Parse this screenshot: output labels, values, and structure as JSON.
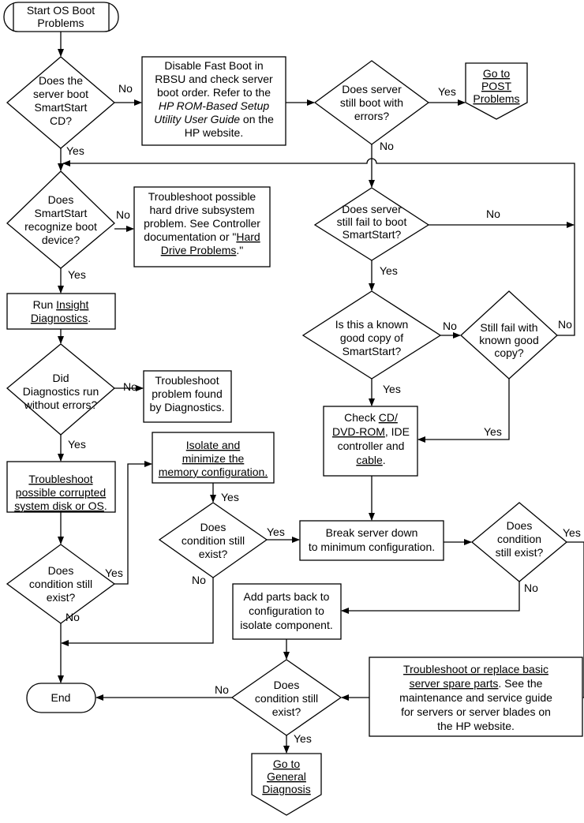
{
  "nodes": {
    "start": {
      "lines": [
        {
          "t": "Start OS Boot"
        },
        {
          "t": "Problems"
        }
      ]
    },
    "q_boot_smartstart": {
      "lines": [
        {
          "t": "Does the"
        },
        {
          "t": "server boot"
        },
        {
          "t": "SmartStart"
        },
        {
          "t": "CD?"
        }
      ]
    },
    "disable_fast_boot": {
      "lines": [
        {
          "t": "Disable Fast Boot in"
        },
        {
          "t": "RBSU and check server"
        },
        {
          "t": "boot order. Refer to the"
        },
        {
          "t": "HP ROM-Based Setup",
          "i": true
        },
        {
          "parts": [
            {
              "t": "Utility User Guide",
              "i": true
            },
            {
              "t": " on the"
            }
          ]
        },
        {
          "t": "HP website."
        }
      ]
    },
    "q_boot_errors": {
      "lines": [
        {
          "t": "Does server"
        },
        {
          "t": "still boot with"
        },
        {
          "t": "errors?"
        }
      ]
    },
    "goto_post": {
      "lines": [
        {
          "t": "Go to",
          "u": true
        },
        {
          "t": "POST",
          "u": true
        },
        {
          "t": "Problems",
          "u": true
        }
      ]
    },
    "q_recognize": {
      "lines": [
        {
          "t": "Does"
        },
        {
          "t": "SmartStart"
        },
        {
          "t": "recognize boot"
        },
        {
          "t": "device?"
        }
      ]
    },
    "troubleshoot_hd": {
      "lines": [
        {
          "t": "Troubleshoot possible"
        },
        {
          "t": "hard drive subsystem"
        },
        {
          "t": "problem. See Controller"
        },
        {
          "parts": [
            {
              "t": "documentation or \""
            },
            {
              "t": "Hard",
              "u": true
            }
          ]
        },
        {
          "parts": [
            {
              "t": "Drive Problems",
              "u": true
            },
            {
              "t": ".\""
            }
          ]
        }
      ]
    },
    "q_fail_boot": {
      "lines": [
        {
          "t": "Does server"
        },
        {
          "t": "still fail to boot"
        },
        {
          "t": "SmartStart?"
        }
      ]
    },
    "run_insight": {
      "lines": [
        {
          "parts": [
            {
              "t": "Run "
            },
            {
              "t": "Insight",
              "u": true
            }
          ]
        },
        {
          "parts": [
            {
              "t": "Diagnostics",
              "u": true
            },
            {
              "t": "."
            }
          ]
        }
      ]
    },
    "q_known_good": {
      "lines": [
        {
          "t": "Is this a known"
        },
        {
          "t": "good copy of"
        },
        {
          "t": "SmartStart?"
        }
      ]
    },
    "q_still_fail": {
      "lines": [
        {
          "t": "Still fail with"
        },
        {
          "t": "known good"
        },
        {
          "t": "copy?"
        }
      ]
    },
    "q_diag_errors": {
      "lines": [
        {
          "t": "Did"
        },
        {
          "t": "Diagnostics run"
        },
        {
          "t": "without errors?"
        }
      ]
    },
    "troubleshoot_diag": {
      "lines": [
        {
          "t": "Troubleshoot"
        },
        {
          "t": "problem found"
        },
        {
          "t": "by Diagnostics."
        }
      ]
    },
    "check_cd": {
      "lines": [
        {
          "parts": [
            {
              "t": "Check "
            },
            {
              "t": "CD/",
              "u": true
            }
          ]
        },
        {
          "parts": [
            {
              "t": "DVD-ROM",
              "u": true
            },
            {
              "t": ", IDE"
            }
          ]
        },
        {
          "t": "controller and"
        },
        {
          "parts": [
            {
              "t": "cable",
              "u": true
            },
            {
              "t": "."
            }
          ]
        }
      ]
    },
    "isolate_memory": {
      "lines": [
        {
          "t": "Isolate and",
          "u": true
        },
        {
          "t": "minimize the",
          "u": true
        },
        {
          "t": "memory configuration.",
          "u": true
        }
      ]
    },
    "troubleshoot_disk": {
      "lines": [
        {
          "t": "Troubleshoot",
          "u": true
        },
        {
          "t": "possible corrupted",
          "u": true
        },
        {
          "parts": [
            {
              "t": "system disk or OS",
              "u": true
            },
            {
              "t": "."
            }
          ]
        }
      ]
    },
    "q_cond_mid": {
      "lines": [
        {
          "t": "Does"
        },
        {
          "t": "condition still"
        },
        {
          "t": "exist?"
        }
      ]
    },
    "break_server": {
      "lines": [
        {
          "t": "Break server down"
        },
        {
          "t": "to minimum configuration."
        }
      ]
    },
    "q_cond_right": {
      "lines": [
        {
          "t": "Does"
        },
        {
          "t": "condition"
        },
        {
          "t": "still exist?"
        }
      ]
    },
    "q_cond_left": {
      "lines": [
        {
          "t": "Does"
        },
        {
          "t": "condition still"
        },
        {
          "t": "exist?"
        }
      ]
    },
    "add_parts": {
      "lines": [
        {
          "t": "Add parts back to"
        },
        {
          "t": "configuration to"
        },
        {
          "t": "isolate component."
        }
      ]
    },
    "end": {
      "lines": [
        {
          "t": "End"
        }
      ]
    },
    "q_cond_bottom": {
      "lines": [
        {
          "t": "Does"
        },
        {
          "t": "condition still"
        },
        {
          "t": "exist?"
        }
      ]
    },
    "troubleshoot_spare": {
      "lines": [
        {
          "t": "Troubleshoot or replace basic",
          "u": true
        },
        {
          "parts": [
            {
              "t": "server spare parts",
              "u": true
            },
            {
              "t": ". See the"
            }
          ]
        },
        {
          "t": "maintenance and service guide"
        },
        {
          "t": "for servers or server blades on"
        },
        {
          "t": "the HP website."
        }
      ]
    },
    "goto_general": {
      "lines": [
        {
          "t": "Go to",
          "u": true
        },
        {
          "t": "General",
          "u": true
        },
        {
          "t": "Diagnosis",
          "u": true
        }
      ]
    }
  },
  "edge_labels": {
    "no": "No",
    "yes": "Yes"
  }
}
